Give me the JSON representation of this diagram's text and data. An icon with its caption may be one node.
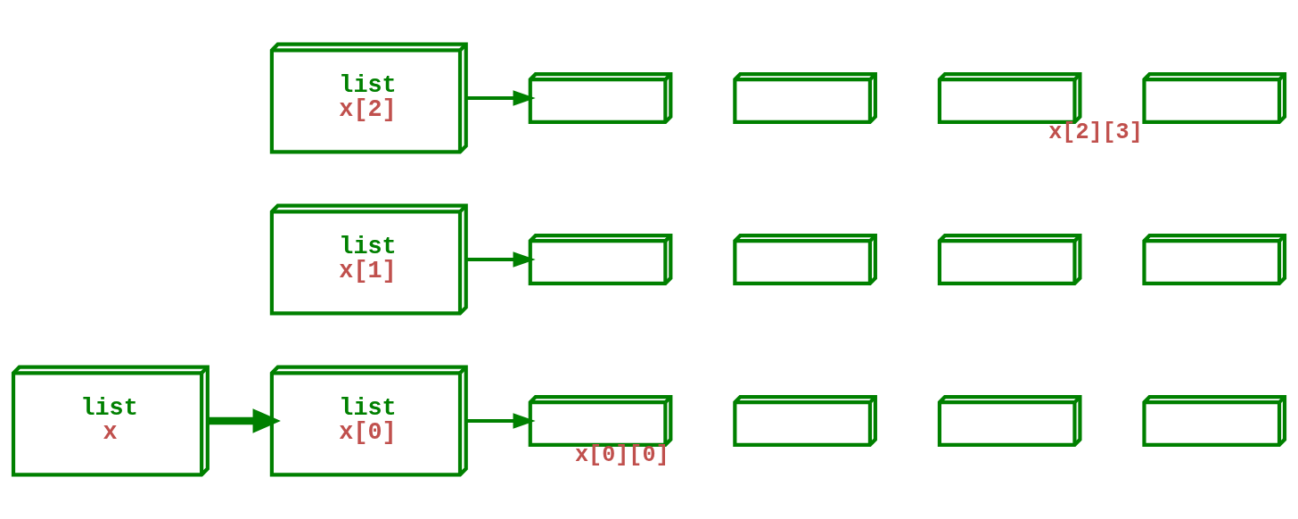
{
  "diagram": {
    "nodes": [
      {
        "text": [
          "list",
          "x"
        ]
      },
      {
        "text": [
          "list",
          "x[0]"
        ]
      },
      {
        "text": [
          "list",
          "x[1]"
        ]
      },
      {
        "text": [
          "list",
          "x[2]"
        ]
      },
      {
        "text": [],
        "shape": "box",
        "beside": [
          "x[0][0]"
        ]
      },
      {
        "text": [],
        "shape": "box"
      },
      {
        "text": [],
        "shape": "box"
      },
      {
        "text": [],
        "shape": "box"
      },
      {
        "text": [],
        "shape": "box"
      },
      {
        "text": [],
        "shape": "box"
      },
      {
        "text": [],
        "shape": "box"
      },
      {
        "text": [],
        "shape": "box"
      },
      {
        "text": [],
        "shape": "box"
      },
      {
        "text": [],
        "shape": "box"
      },
      {
        "text": [],
        "shape": "box"
      },
      {
        "text": [],
        "shape": "box",
        "beside": [
          "x[2][3]"
        ]
      }
    ],
    "edges": [
      {
        "from": 0,
        "to": 1,
        "arrow": "to",
        "style": "thick"
      },
      {
        "from": 1,
        "to": 4,
        "arrow": "to"
      },
      {
        "from": 2,
        "to": 8,
        "arrow": "to"
      },
      {
        "from": 3,
        "to": 12,
        "arrow": "to"
      }
    ]
  }
}
